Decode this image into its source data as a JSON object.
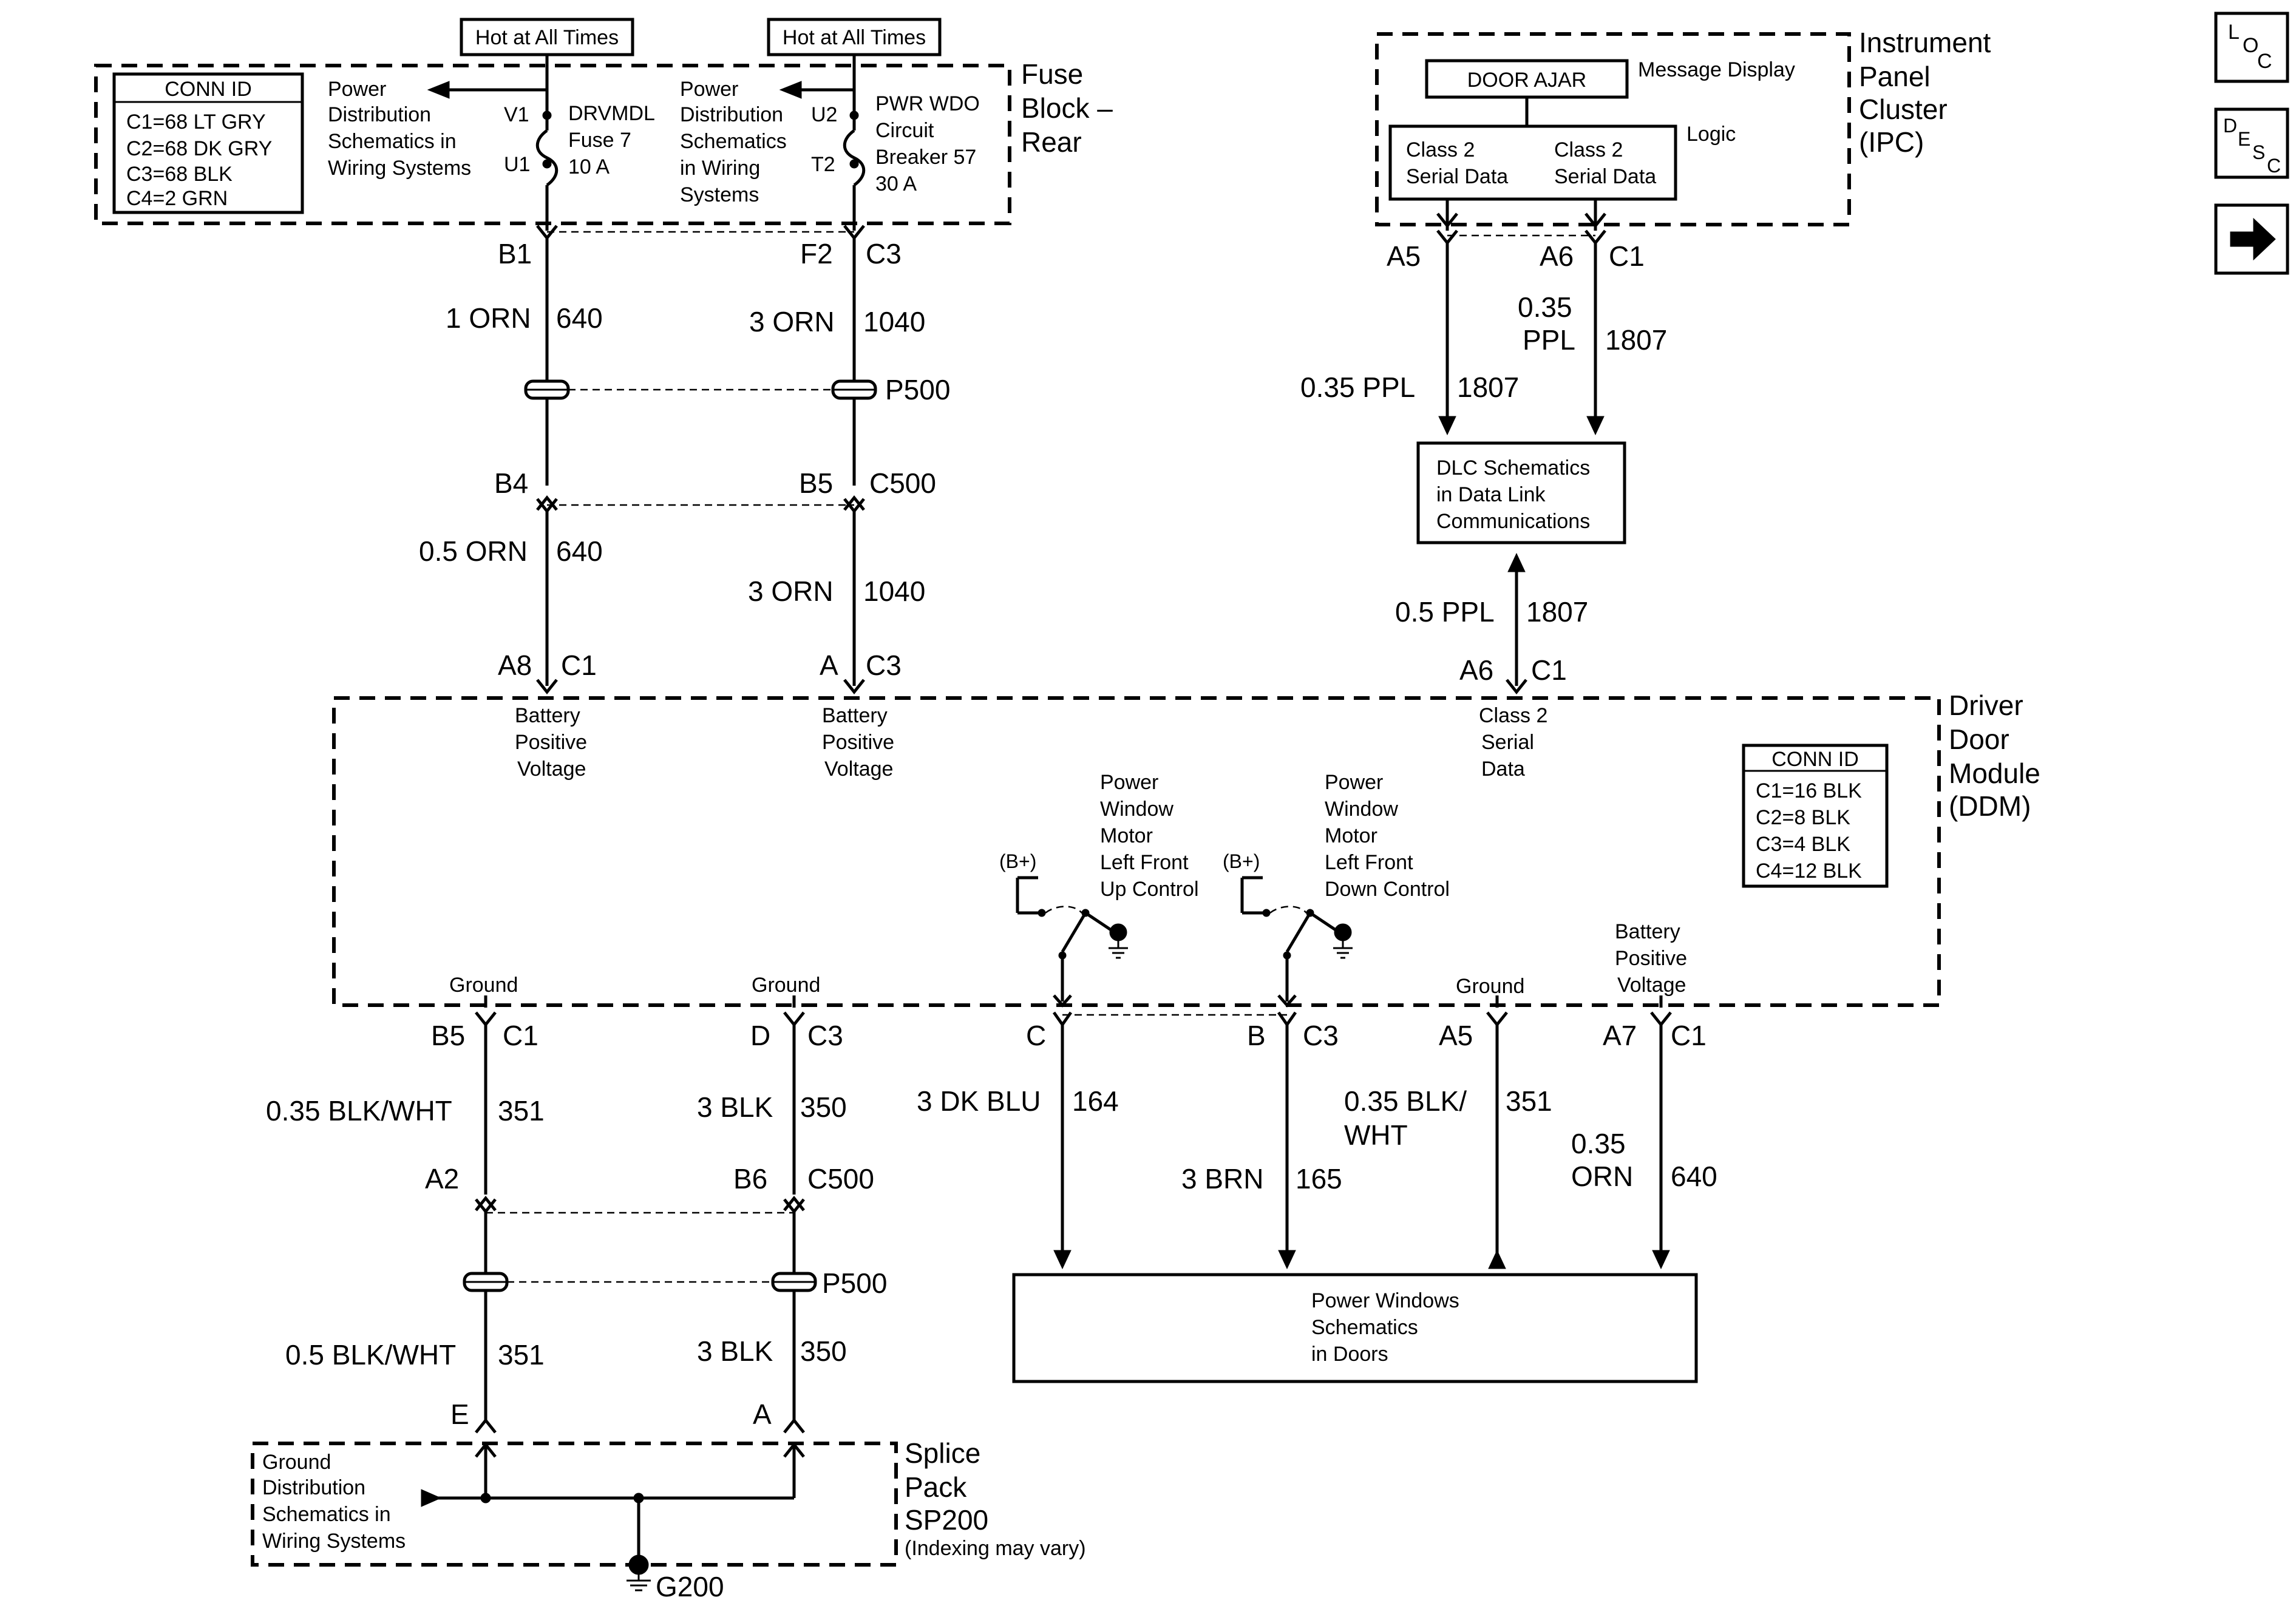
{
  "hot_labels": [
    "Hot at All Times",
    "Hot at All Times"
  ],
  "fuse_block": {
    "title": [
      "Fuse",
      "Block –",
      "Rear"
    ],
    "conn_id": {
      "header": "CONN ID",
      "rows": [
        "C1=68 LT GRY",
        "C2=68 DK GRY",
        "C3=68 BLK",
        "C4=2 GRN"
      ]
    },
    "power_dist_left": [
      "Power",
      "Distribution",
      "Schematics in",
      "Wiring Systems"
    ],
    "power_dist_right": [
      "Power",
      "Distribution",
      "Schematics",
      "in Wiring",
      "Systems"
    ],
    "fuse7": {
      "pins": [
        "V1",
        "U1"
      ],
      "label": [
        "DRVMDL",
        "Fuse 7",
        "10 A"
      ]
    },
    "breaker57": {
      "pins": [
        "U2",
        "T2"
      ],
      "label": [
        "PWR WDO",
        "Circuit",
        "Breaker 57",
        "30 A"
      ]
    }
  },
  "ipc": {
    "title": [
      "Instrument",
      "Panel",
      "Cluster",
      "(IPC)"
    ],
    "door_ajar": "DOOR AJAR",
    "message_display": "Message Display",
    "logic": "Logic",
    "serial1": [
      "Class 2",
      "Serial Data"
    ],
    "serial2": [
      "Class 2",
      "Serial Data"
    ]
  },
  "nav": {
    "loc": [
      "L",
      "O",
      "C"
    ],
    "desc": [
      "D",
      "E",
      "S",
      "C"
    ],
    "next_arrow": "→"
  },
  "conn": {
    "b1": "B1",
    "f2": "F2",
    "c3_top": "C3",
    "a5_top": "A5",
    "a6_top": "A6",
    "c1_top": "C1",
    "b4": "B4",
    "b5_mid": "B5",
    "c500_top": "C500",
    "a8": "A8",
    "c1_a8": "C1",
    "a_c3": "A",
    "c3_a": "C3",
    "a6_ddm": "A6",
    "c1_ddm": "C1",
    "b5_bot": "B5",
    "c1_b5": "C1",
    "d": "D",
    "c3_d": "C3",
    "c": "C",
    "b": "B",
    "c3_b": "C3",
    "a5_bot": "A5",
    "a7": "A7",
    "c1_a7": "C1",
    "a2": "A2",
    "b6": "B6",
    "c500_bot": "C500",
    "e": "E",
    "a_bot": "A"
  },
  "wires": {
    "w640_top": [
      "1 ORN",
      "640"
    ],
    "w1040_top": [
      "3 ORN",
      "1040"
    ],
    "w640_mid": [
      "0.5 ORN",
      "640"
    ],
    "w1040_mid": [
      "3 ORN",
      "1040"
    ],
    "w1807_left": [
      "0.35 PPL",
      "1807"
    ],
    "w1807_right": [
      "0.35",
      "PPL",
      "1807"
    ],
    "w1807_ddm": [
      "0.5 PPL",
      "1807"
    ],
    "w351_top": [
      "0.35 BLK/WHT",
      "351"
    ],
    "w350_top": [
      "3 BLK",
      "350"
    ],
    "w164": [
      "3 DK BLU",
      "164"
    ],
    "w165": [
      "3 BRN",
      "165"
    ],
    "w351_a5": [
      "0.35 BLK/",
      "WHT",
      "351"
    ],
    "w640_a7": [
      "0.35",
      "ORN",
      "640"
    ],
    "w351_bot": [
      "0.5 BLK/WHT",
      "351"
    ],
    "w350_bot": [
      "3 BLK",
      "350"
    ]
  },
  "p500_top": "P500",
  "p500_bot": "P500",
  "dlc": [
    "DLC Schematics",
    "in Data Link",
    "Communications"
  ],
  "ddm": {
    "title": [
      "Driver",
      "Door",
      "Module",
      "(DDM)"
    ],
    "conn_id": {
      "header": "CONN ID",
      "rows": [
        "C1=16 BLK",
        "C2=8 BLK",
        "C3=4 BLK",
        "C4=12 BLK"
      ]
    },
    "bpv1": [
      "Battery",
      "Positive",
      "Voltage"
    ],
    "bpv2": [
      "Battery",
      "Positive",
      "Voltage"
    ],
    "class2": [
      "Class 2",
      "Serial",
      "Data"
    ],
    "up_ctrl": [
      "Power",
      "Window",
      "Motor",
      "Left Front",
      "Up Control"
    ],
    "down_ctrl": [
      "Power",
      "Window",
      "Motor",
      "Left Front",
      "Down Control"
    ],
    "bplus": [
      "(B+)",
      "(B+)"
    ],
    "ground": [
      "Ground",
      "Ground",
      "Ground"
    ],
    "bpv3": [
      "Battery",
      "Positive",
      "Voltage"
    ]
  },
  "power_windows": [
    "Power Windows",
    "Schematics",
    "in Doors"
  ],
  "splice": {
    "title": [
      "Splice",
      "Pack",
      "SP200"
    ],
    "note": "(Indexing may vary)",
    "ground_dist": [
      "Ground",
      "Distribution",
      "Schematics in",
      "Wiring Systems"
    ]
  },
  "g200": "G200"
}
